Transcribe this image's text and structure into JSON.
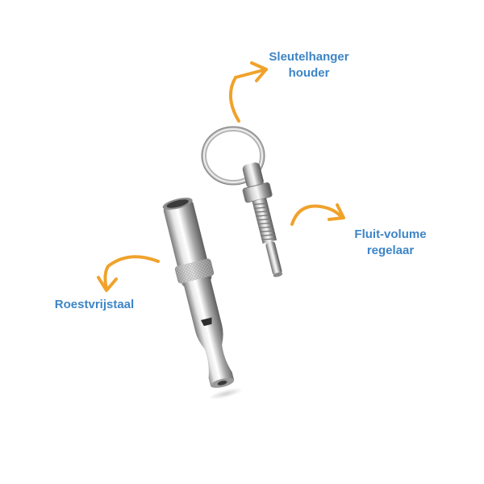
{
  "labels": {
    "keyring_holder": {
      "line1": "Sleutelhanger",
      "line2": "houder"
    },
    "volume_regulator": {
      "line1": "Fluit-volume",
      "line2": "regelaar"
    },
    "stainless_steel": {
      "text": "Roestvrijstaal"
    }
  },
  "colors": {
    "background": "#ffffff",
    "label_text": "#3d85c6",
    "arrow": "#f0a22b",
    "metal_light": "#f2f2f2",
    "metal_mid": "#b8b8b8",
    "metal_dark": "#6e6e6e"
  }
}
